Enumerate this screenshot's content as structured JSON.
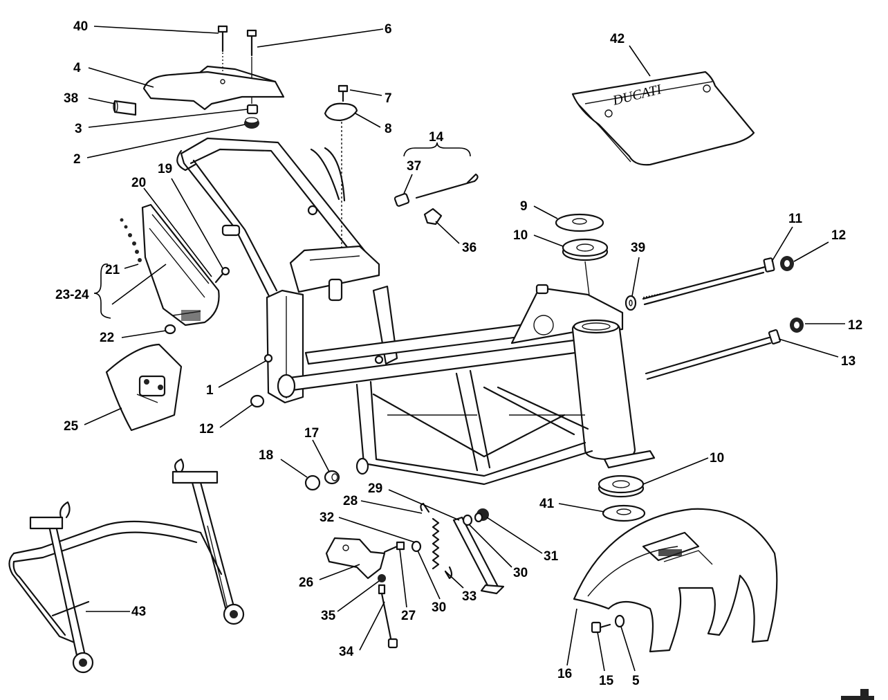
{
  "diagram": {
    "brand_mark": "DUCATI",
    "callouts": {
      "c40": "40",
      "c6": "6",
      "c4": "4",
      "c38": "38",
      "c3": "3",
      "c2": "2",
      "c7": "7",
      "c8": "8",
      "c14": "14",
      "c37": "37",
      "c42": "42",
      "c9": "9",
      "c10a": "10",
      "c36": "36",
      "c39": "39",
      "c11": "11",
      "c12a": "12",
      "c12b": "12",
      "c13": "13",
      "c20": "20",
      "c19": "19",
      "c21": "21",
      "c2324": "23-24",
      "c22": "22",
      "c1": "1",
      "c25": "25",
      "c12c": "12",
      "c17": "17",
      "c18": "18",
      "c10b": "10",
      "c29": "29",
      "c28": "28",
      "c32": "32",
      "c41": "41",
      "c31": "31",
      "c26": "26",
      "c30a": "30",
      "c30b": "30",
      "c33": "33",
      "c35": "35",
      "c27": "27",
      "c34": "34",
      "c43": "43",
      "c16": "16",
      "c15": "15",
      "c5": "5"
    }
  }
}
